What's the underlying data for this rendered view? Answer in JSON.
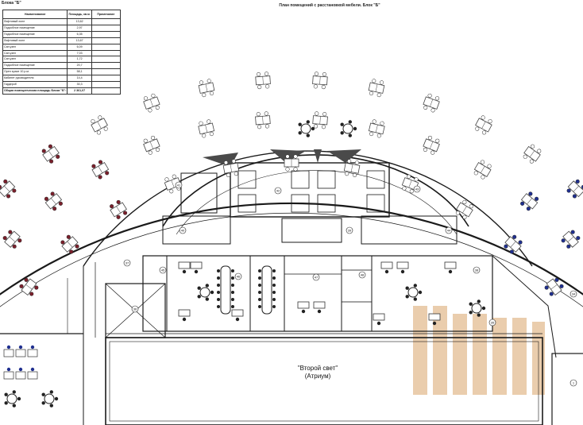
{
  "block_label": "Блока \"Б\"",
  "plan_title": "План помещений с расстановкой мебели. Блок \"Б\"",
  "room_table": {
    "headers": [
      "Наименование",
      "Площадь, кв.м.",
      "Примечание"
    ],
    "rows": [
      {
        "name": "Лифтовый холл",
        "area": "13,62"
      },
      {
        "name": "Подсобное помещение",
        "area": "2,97"
      },
      {
        "name": "Подсобное помещение",
        "area": "6,35"
      },
      {
        "name": "Лифтовый холл",
        "area": "13,67"
      },
      {
        "name": "Сан.узел",
        "area": "6,09"
      },
      {
        "name": "Сан.узел",
        "area": "7,03"
      },
      {
        "name": "Сан.узел",
        "area": "1,72"
      },
      {
        "name": "Подсобное помещение",
        "area": "20,7"
      },
      {
        "name": "Open space 10 р.м.",
        "area": "58,1"
      },
      {
        "name": "Кабинет руководителя",
        "area": "14,4"
      },
      {
        "name": "Гардероб",
        "area": "30,3"
      }
    ],
    "total": {
      "name": "Общая помещенческая площадь Блока \"Б\":",
      "area": "2 361,07"
    }
  },
  "atrium_label": [
    "\"Второй свет\"",
    "(Атриум)"
  ],
  "room_numbers": [
    "41",
    "42",
    "43",
    "40",
    "39",
    "44",
    "45",
    "46",
    "47",
    "48",
    "38",
    "37",
    "36",
    "35",
    "34",
    "1"
  ],
  "colors": {
    "wall": "#1a1a1a",
    "desk": "#444444",
    "chair_dark": "#7a1f2b",
    "chair_blue": "#1f2f8f",
    "shade": "#9a9a9a",
    "watermark": "#d9a66b"
  }
}
